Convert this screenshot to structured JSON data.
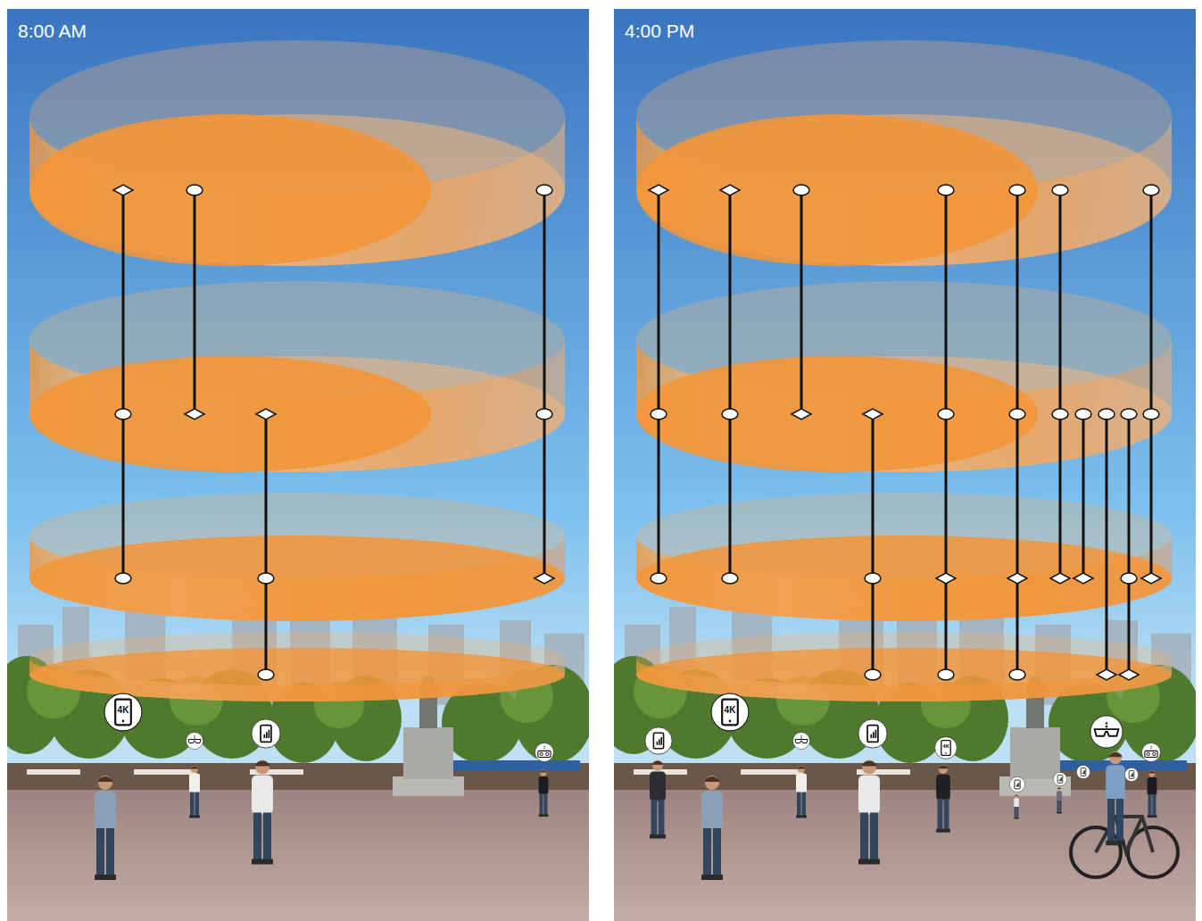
{
  "diagram": {
    "labels": [
      "8:00 AM",
      "4:00 PM",
      "4K",
      "4K",
      "4K"
    ]
  }
}
